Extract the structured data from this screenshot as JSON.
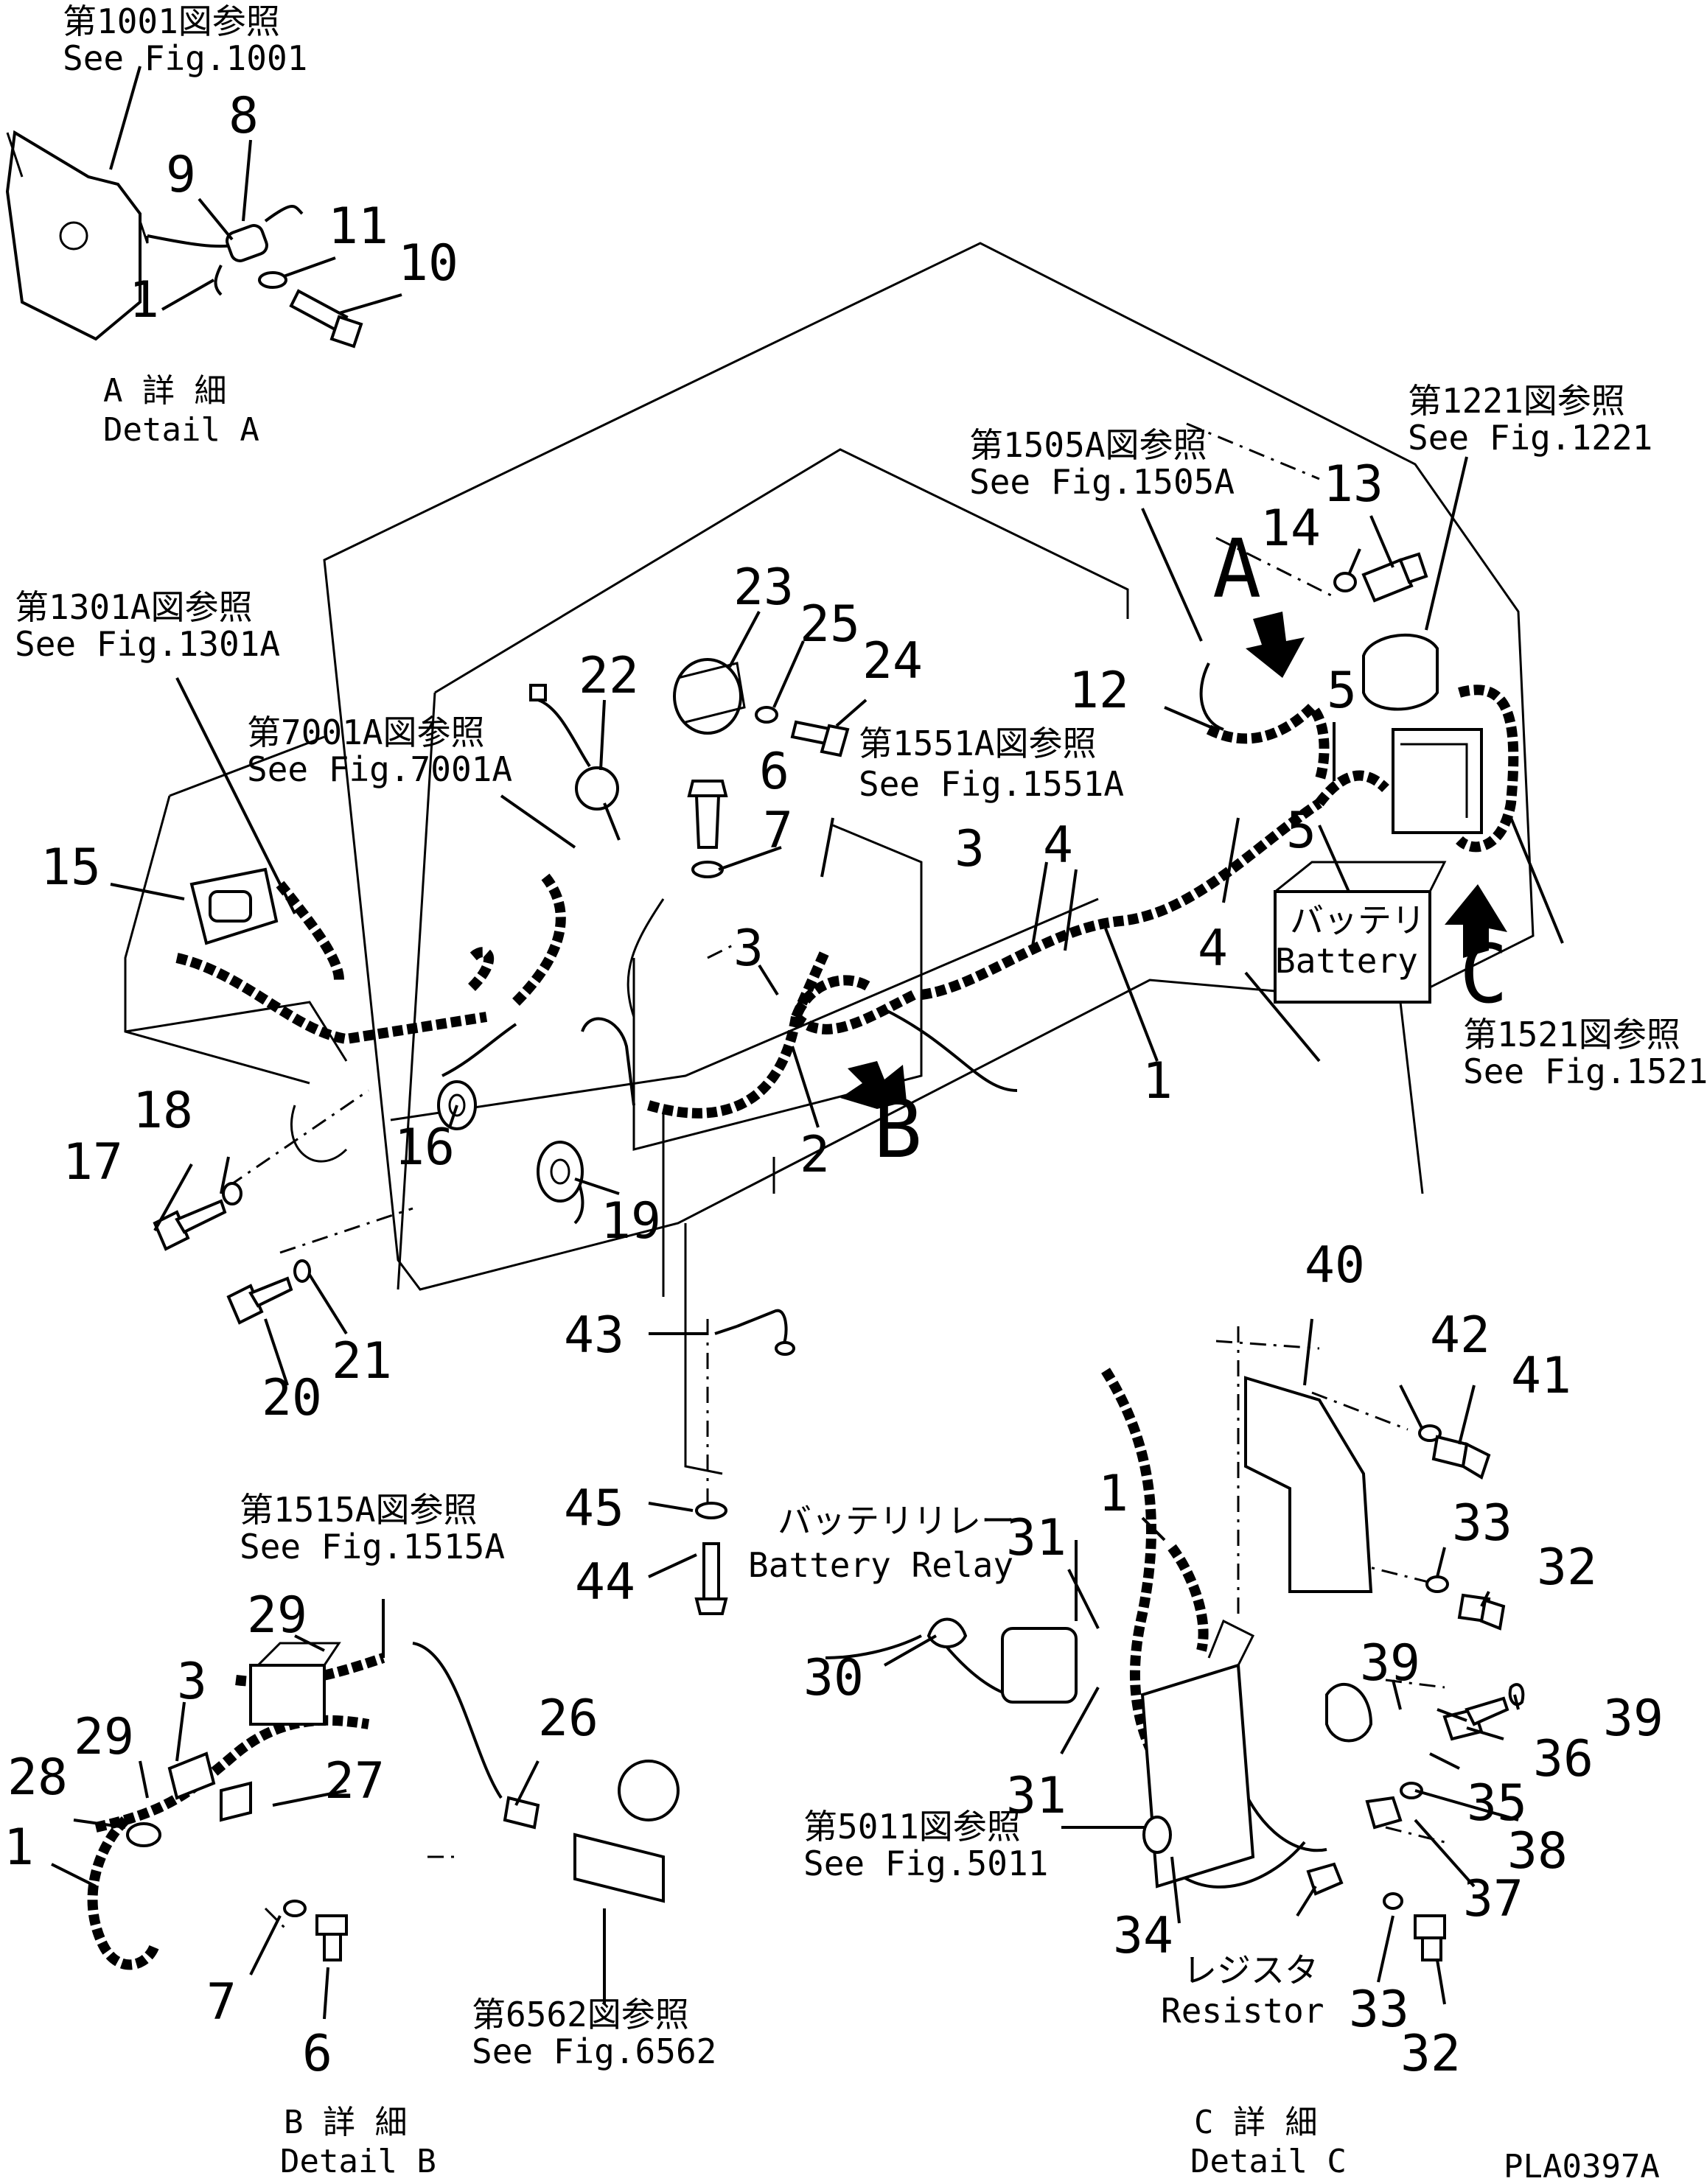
{
  "labels": {
    "n1a": "1",
    "n1b": "1",
    "n1c": "1",
    "n1d": "1",
    "n2": "2",
    "n3a": "3",
    "n3b": "3",
    "n3c": "3",
    "n4a": "4",
    "n4b": "4",
    "n5a": "5",
    "n5b": "5",
    "n6a": "6",
    "n6b": "6",
    "n7a": "7",
    "n7b": "7",
    "n8": "8",
    "n9": "9",
    "n10": "10",
    "n11": "11",
    "n12": "12",
    "n13": "13",
    "n14": "14",
    "n15": "15",
    "n16": "16",
    "n17": "17",
    "n18": "18",
    "n19": "19",
    "n20": "20",
    "n21": "21",
    "n22": "22",
    "n23": "23",
    "n24": "24",
    "n25": "25",
    "n26": "26",
    "n27": "27",
    "n28": "28",
    "n29a": "29",
    "n29b": "29",
    "n30": "30",
    "n31a": "31",
    "n31b": "31",
    "n32a": "32",
    "n32b": "32",
    "n33a": "33",
    "n33b": "33",
    "n34": "34",
    "n35": "35",
    "n36": "36",
    "n37": "37",
    "n38": "38",
    "n39a": "39",
    "n39b": "39",
    "n40": "40",
    "n41": "41",
    "n42": "42",
    "n43": "43",
    "n44": "44",
    "n45": "45",
    "letterA": "A",
    "letterB": "B",
    "letterC": "C"
  },
  "refs": {
    "r1001_jp": "第1001図参照",
    "r1001_en": "See Fig.1001",
    "r1221_jp": "第1221図参照",
    "r1221_en": "See Fig.1221",
    "r1505_jp": "第1505A図参照",
    "r1505_en": "See Fig.1505A",
    "r1301_jp": "第1301A図参照",
    "r1301_en": "See Fig.1301A",
    "r7001_jp": "第7001A図参照",
    "r7001_en": "See Fig.7001A",
    "r1551_jp": "第1551A図参照",
    "r1551_en": "See Fig.1551A",
    "r1521_jp": "第1521図参照",
    "r1521_en": "See Fig.1521",
    "r1515_jp": "第1515A図参照",
    "r1515_en": "See Fig.1515A",
    "r6562_jp": "第6562図参照",
    "r6562_en": "See Fig.6562",
    "r5011_jp": "第5011図参照",
    "r5011_en": "See Fig.5011"
  },
  "names": {
    "battery_jp": "バッテリ",
    "battery_en": "Battery",
    "relay_jp": "バッテリリレー",
    "relay_en": "Battery Relay",
    "resistor_jp": "レジスタ",
    "resistor_en": "Resistor"
  },
  "details": {
    "a_jp": "A 詳 細",
    "a_en": "Detail A",
    "b_jp": "B 詳 細",
    "b_en": "Detail B",
    "c_jp": "C 詳 細",
    "c_en": "Detail C"
  },
  "drawing_code": "PLA0397A"
}
